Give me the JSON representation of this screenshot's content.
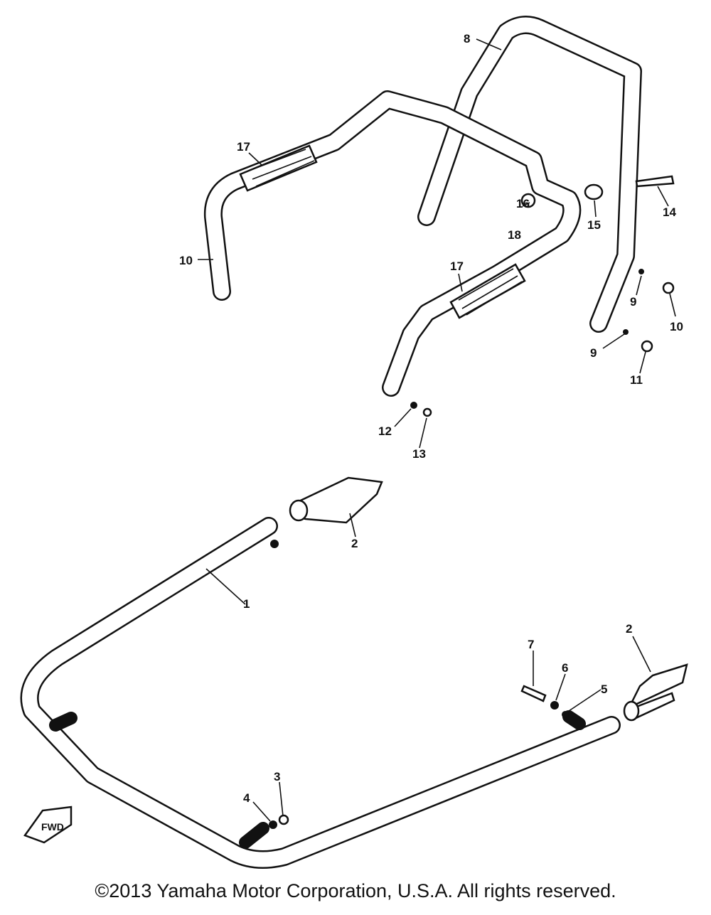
{
  "callouts": [
    {
      "id": "c1",
      "text": "1"
    },
    {
      "id": "c2a",
      "text": "2"
    },
    {
      "id": "c2b",
      "text": "2"
    },
    {
      "id": "c3",
      "text": "3"
    },
    {
      "id": "c4",
      "text": "4"
    },
    {
      "id": "c5",
      "text": "5"
    },
    {
      "id": "c6",
      "text": "6"
    },
    {
      "id": "c7",
      "text": "7"
    },
    {
      "id": "c8",
      "text": "8"
    },
    {
      "id": "c9a",
      "text": "9"
    },
    {
      "id": "c9b",
      "text": "9"
    },
    {
      "id": "c10a",
      "text": "10"
    },
    {
      "id": "c10b",
      "text": "10"
    },
    {
      "id": "c11",
      "text": "11"
    },
    {
      "id": "c12",
      "text": "12"
    },
    {
      "id": "c13",
      "text": "13"
    },
    {
      "id": "c14",
      "text": "14"
    },
    {
      "id": "c15",
      "text": "15"
    },
    {
      "id": "c16",
      "text": "16"
    },
    {
      "id": "c17a",
      "text": "17"
    },
    {
      "id": "c17b",
      "text": "17"
    },
    {
      "id": "c18",
      "text": "18"
    }
  ],
  "direction_label": "FWD",
  "copyright": "©2013 Yamaha Motor Corporation, U.S.A. All rights reserved."
}
